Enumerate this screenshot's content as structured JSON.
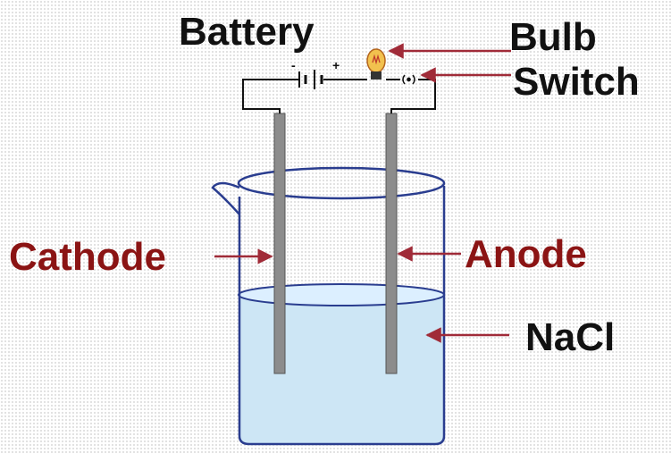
{
  "labels": {
    "battery": "Battery",
    "bulb": "Bulb",
    "switch": "Switch",
    "cathode": "Cathode",
    "anode": "Anode",
    "nacl": "NaCl"
  },
  "battery_terminals": {
    "negative": "-",
    "positive": "+"
  },
  "colors": {
    "label_dark": "#111111",
    "label_red": "#8b1414",
    "arrow": "#a02b38",
    "solution": "#cde6f5",
    "beaker_outline": "#2a3d8f",
    "electrode": "#8c8c8c",
    "wire": "#111111",
    "bulb_glass": "#f2c14e"
  },
  "icons": {
    "bulb": "light-bulb-icon",
    "battery": "battery-icon",
    "switch": "switch-icon"
  }
}
